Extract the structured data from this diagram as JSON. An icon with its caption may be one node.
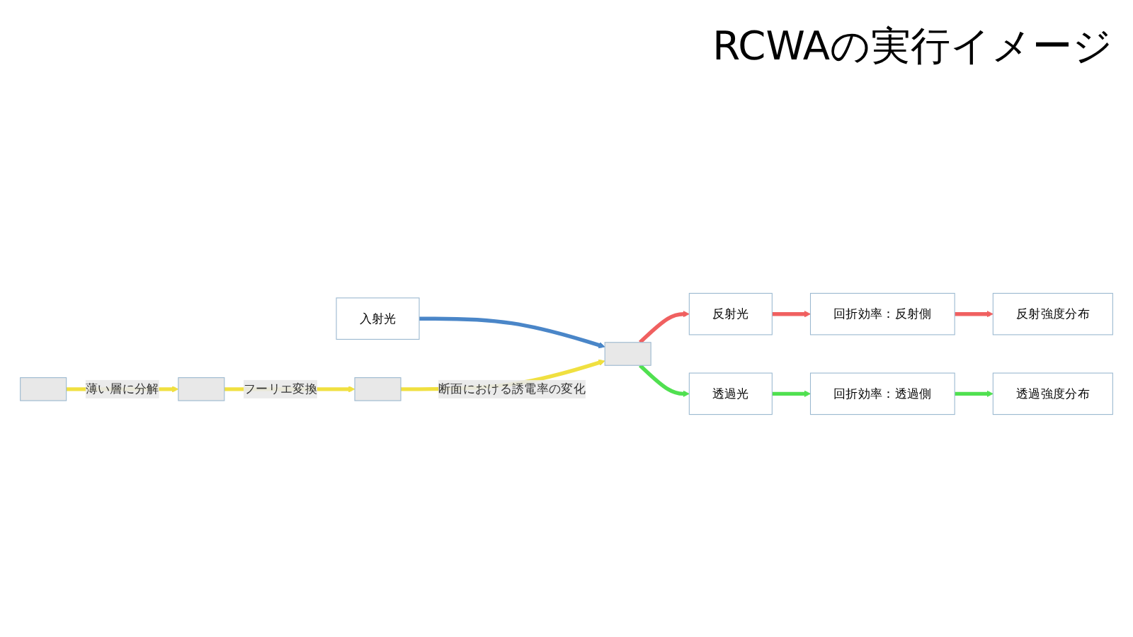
{
  "diagram": {
    "title": "RCWAの実行イメージ",
    "nodes": [
      {
        "text": [
          "入射光"
        ]
      },
      {
        "text": [
          "反射光"
        ]
      },
      {
        "text": [
          "回折効率：反射側"
        ]
      },
      {
        "text": [
          "反射強度分布"
        ]
      },
      {
        "text": [],
        "shape": "box"
      },
      {
        "text": [],
        "shape": "box"
      },
      {
        "text": [],
        "shape": "box"
      },
      {
        "text": [],
        "shape": "box"
      },
      {
        "text": [
          "透過光"
        ]
      },
      {
        "text": [
          "回折効率：透過側"
        ]
      },
      {
        "text": [
          "透過強度分布"
        ]
      }
    ],
    "edges": [
      {
        "from": 0,
        "to": 4,
        "arrow": "to",
        "color": "#4a86c8"
      },
      {
        "from": 4,
        "to": 1,
        "arrow": "to",
        "color": "#f06060"
      },
      {
        "from": 1,
        "to": 2,
        "arrow": "to",
        "color": "#f06060"
      },
      {
        "from": 2,
        "to": 3,
        "arrow": "to",
        "color": "#f06060"
      },
      {
        "from": 7,
        "to": 6,
        "arrow": "to",
        "label": "薄い層に分解",
        "color": "#f0e040"
      },
      {
        "from": 6,
        "to": 5,
        "arrow": "to",
        "label": "フーリエ変換",
        "color": "#f0e040"
      },
      {
        "from": 5,
        "to": 4,
        "arrow": "to",
        "label": "断面における誘電率の変化",
        "color": "#f0e040"
      },
      {
        "from": 4,
        "to": 8,
        "arrow": "to",
        "color": "#50e050"
      },
      {
        "from": 8,
        "to": 9,
        "arrow": "to",
        "color": "#50e050"
      },
      {
        "from": 9,
        "to": 10,
        "arrow": "to",
        "color": "#50e050"
      }
    ]
  }
}
